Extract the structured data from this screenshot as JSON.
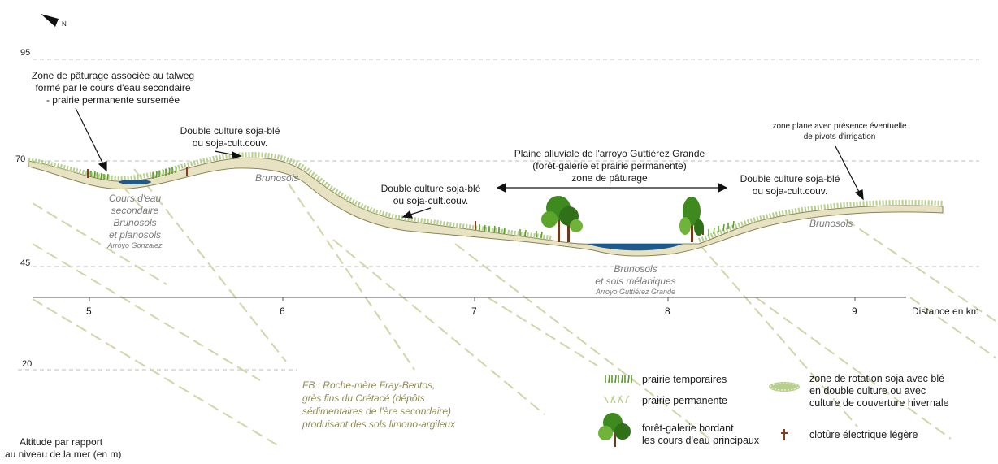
{
  "north_label": "N",
  "altitudes": [
    "95",
    "70",
    "45",
    "20"
  ],
  "distance_ticks": [
    "5",
    "6",
    "7",
    "8",
    "9"
  ],
  "distance_label": "Distance en km",
  "altitude_axis": {
    "line1": "Altitude par rapport",
    "line2": "au niveau de la mer (en m)"
  },
  "annotations": {
    "paturage": {
      "line1": "Zone de pâturage associée au talweg",
      "line2": "formé par le cours d'eau secondaire",
      "line3": "- prairie permanente sursemée"
    },
    "double1": {
      "line1": "Double culture soja-blé",
      "line2": "ou soja-cult.couv."
    },
    "plaine": {
      "line1": "Plaine alluviale de l'arroyo Guttiérez Grande",
      "line2": "(forêt-galerie et prairie permanente)",
      "line3": "zone de pâturage"
    },
    "double2": {
      "line1": "Double culture soja-blé",
      "line2": "ou soja-cult.couv."
    },
    "double3": {
      "line1": "Double culture soja-blé",
      "line2": "ou soja-cult.couv."
    },
    "plane": {
      "line1": "zone plane avec présence  éventuelle",
      "line2": "de pivots d'irrigation"
    }
  },
  "soils": {
    "cours": {
      "line1": "Cours d'eau",
      "line2": "secondaire",
      "line3": "Brunosols",
      "line4": "et planosols",
      "stream": "Arroyo Gonzalez"
    },
    "brunosols_hill": "Brunosols",
    "brunosols_right": "Brunosols",
    "melaniques": {
      "line1": "Brunosols",
      "line2": "et sols mélaniques",
      "stream": "Arroyo Guttiérez Grande"
    }
  },
  "geology": {
    "line1": "FB : Roche-mère Fray-Bentos,",
    "line2": "grès fins du Crétacé (dépôts",
    "line3": "sédimentaires de l'ère secondaire)",
    "line4": "produisant des sols limono-argileux"
  },
  "legend": {
    "prairie_temporaire": "prairie temporaires",
    "prairie_permanente": "prairie permanente",
    "foret": {
      "line1": "forêt-galerie bordant",
      "line2": "les cours d'eau principaux"
    },
    "rotation": {
      "line1": "zone de rotation soja avec blé",
      "line2": "en double culture ou avec",
      "line3": "culture de couverture hivernale"
    },
    "cloture": "clotûre électrique légère"
  },
  "colors": {
    "terrain_fill": "#e7e3c2",
    "terrain_edge": "#8b8457",
    "water": "#1f5a8f",
    "grass": "#5a9a2a",
    "rotation_crop": "#b7cf8c",
    "tree": "#3f8a1f",
    "fence": "#8a3b1f",
    "geology": "#d3d4a8"
  }
}
